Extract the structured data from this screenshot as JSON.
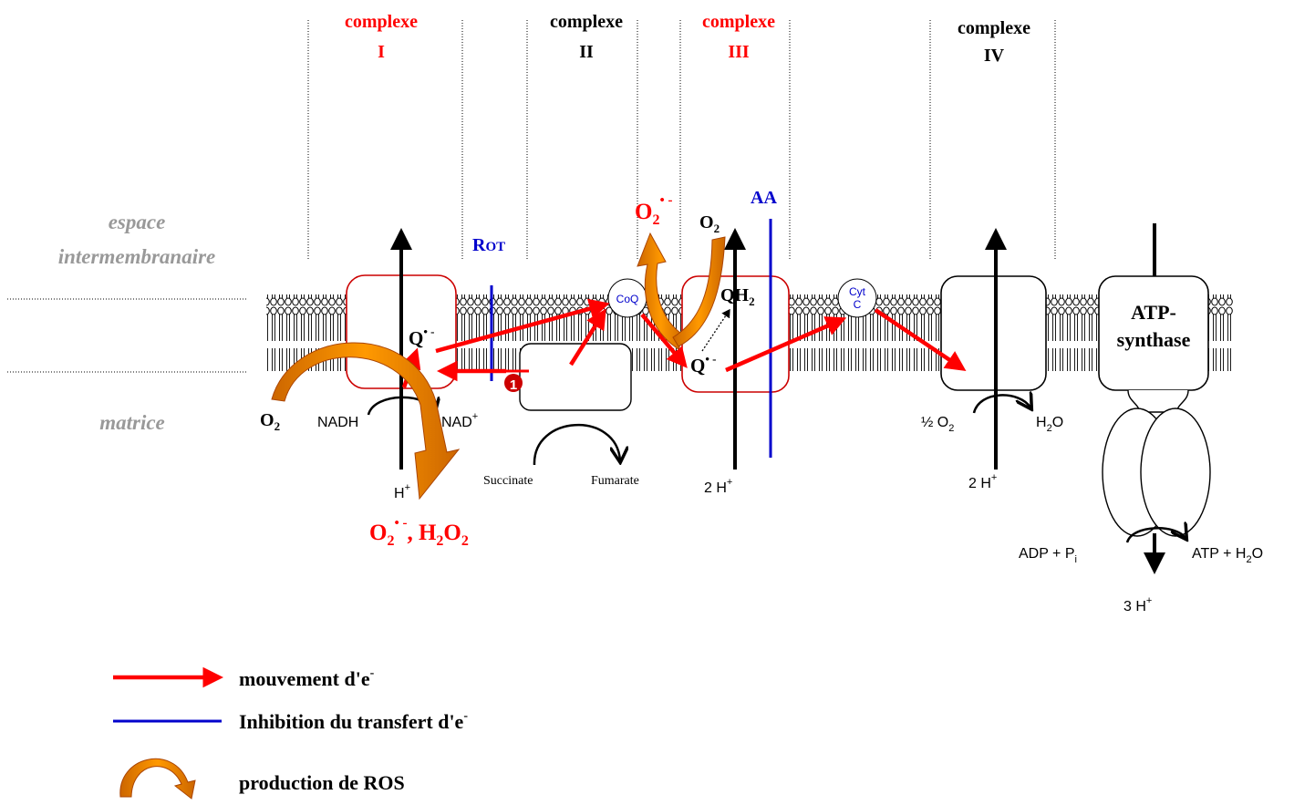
{
  "complexes": {
    "c1": {
      "word": "complexe",
      "num": "I"
    },
    "c2": {
      "word": "complexe",
      "num": "II"
    },
    "c3": {
      "word": "complexe",
      "num": "III"
    },
    "c4": {
      "word": "complexe",
      "num": "IV"
    }
  },
  "regions": {
    "ims_line1": "espace",
    "ims_line2": "intermembranaire",
    "matrix": "matrice"
  },
  "inhibitors": {
    "rot_r": "R",
    "rot_rest": "OT",
    "aa": "AA"
  },
  "carriers": {
    "coq": "CoQ",
    "cyt1": "Cyt",
    "cyt2": "C"
  },
  "species": {
    "o2": "O",
    "o2_sub": "2",
    "q": "Q",
    "q_sup": "• -",
    "qh": "QH",
    "qh_sub": "2",
    "o2_ros_sup": "• -",
    "o2_ros3_sup": "• -",
    "ros1_o": "O",
    "ros1_o_sub": "2",
    "ros1_sup": "• -",
    "ros1_mid": ", H",
    "ros1_h_sub": "2",
    "ros1_o2": "O",
    "ros1_o2_sub": "2"
  },
  "substrates": {
    "nadh": "NADH",
    "nad": "NAD",
    "nad_sup": "+",
    "hplus": "H",
    "hplus_sup": "+",
    "succinate": "Succinate",
    "fumarate": "Fumarate",
    "h2": "2 H",
    "h2_sup": "+",
    "half_o2": "½ O",
    "half_o2_sub": "2",
    "h2o": "H",
    "h2o_sub": "2",
    "h2o_o": "O",
    "h2b": "2 H",
    "h2b_sup": "+",
    "adp": "ADP  +  P",
    "adp_sub": "i",
    "atp": "ATP  +  H",
    "atp_sub": "2",
    "atp_o": "O",
    "h3": "3 H",
    "h3_sup": "+"
  },
  "atp_synthase": {
    "line1": "ATP-",
    "line2": "synthase"
  },
  "marker_number": "1",
  "legend": {
    "electron_move": "mouvement d'e",
    "electron_move_sup": "-",
    "inhibition": "Inhibition du transfert d'e",
    "inhibition_sup": "-",
    "ros": "production de ROS"
  },
  "colors": {
    "red": "#ff0000",
    "blue": "#0000cc",
    "grey": "#999999",
    "orange": "#ff9900",
    "black": "#000000"
  }
}
